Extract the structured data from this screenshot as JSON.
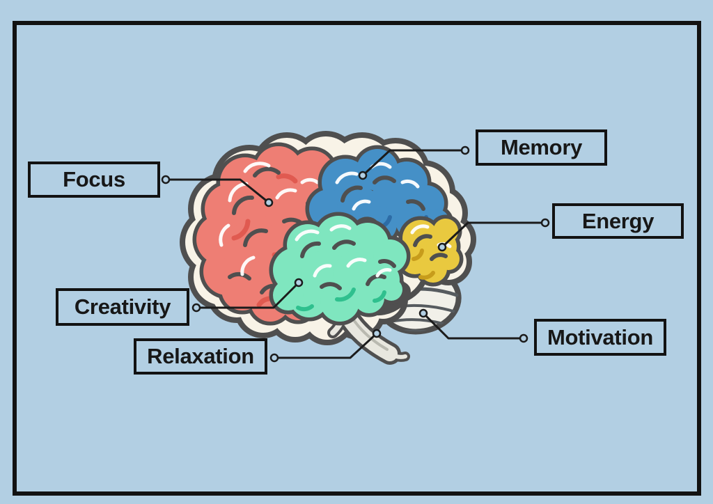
{
  "poster": {
    "background_color": "#b2cfe3",
    "frame_color": "#121212",
    "label_text_color": "#171717",
    "labels": {
      "focus": "Focus",
      "memory": "Memory",
      "energy": "Energy",
      "creativity": "Creativity",
      "relaxation": "Relaxation",
      "motivation": "Motivation"
    },
    "brain": {
      "colors": {
        "outline": "#4f4f4f",
        "cream": "#f8f3e7",
        "red": "#ee7e74",
        "red_shade": "#e05a50",
        "blue": "#4590c7",
        "blue_shade": "#2d6ca6",
        "teal": "#7fe6bf",
        "teal_shade": "#2fc08e",
        "yellow": "#e9c93f",
        "yellow_shade": "#c79c1b",
        "cerebellum": "#f1f0e9",
        "cerebellum_stripe": "#565b5f",
        "stem": "#e8e7df",
        "stem_inner": "#b9b9b0",
        "highlight": "#ffffff"
      },
      "regions": [
        {
          "label": "Focus",
          "part": "frontal-lobe",
          "color": "#ee7e74"
        },
        {
          "label": "Memory",
          "part": "parietal-lobe",
          "color": "#4590c7"
        },
        {
          "label": "Energy",
          "part": "occipital-lobe",
          "color": "#e9c93f"
        },
        {
          "label": "Creativity",
          "part": "temporal-lobe",
          "color": "#7fe6bf"
        },
        {
          "label": "Relaxation",
          "part": "brain-stem",
          "color": "#e8e7df"
        },
        {
          "label": "Motivation",
          "part": "cerebellum",
          "color": "#f1f0e9"
        }
      ]
    },
    "connector_color": "#1b1b1b"
  }
}
